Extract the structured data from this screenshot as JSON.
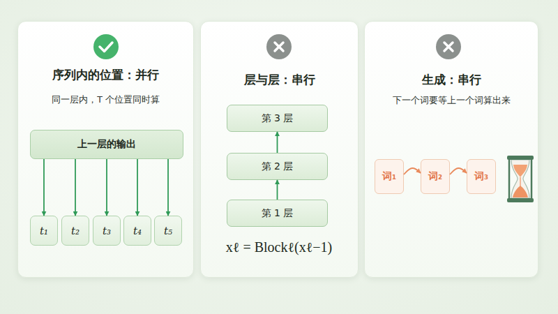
{
  "diagram": {
    "nodes": [
      {
        "text": [
          "序列内的位置：并行",
          "同一层内，T 个位置同时算"
        ]
      },
      {
        "text": [
          "上一层的输出"
        ],
        "in": 0
      },
      {
        "text": [
          "t₁"
        ],
        "in": 0
      },
      {
        "text": [
          "t₂"
        ],
        "in": 0
      },
      {
        "text": [
          "t₃"
        ],
        "in": 0
      },
      {
        "text": [
          "t₄"
        ],
        "in": 0
      },
      {
        "text": [
          "t₅"
        ],
        "in": 0
      },
      {
        "text": [
          "层与层：串行"
        ]
      },
      {
        "text": [
          "第 3 层"
        ],
        "in": 7
      },
      {
        "text": [
          "第 2 层"
        ],
        "in": 7
      },
      {
        "text": [
          "第 1 层"
        ],
        "in": 7
      },
      {
        "text": [
          "生成：串行",
          "下一个词要等上一个词算出来"
        ]
      },
      {
        "text": [
          "词₁"
        ],
        "in": 11
      },
      {
        "text": [
          "词₂"
        ],
        "in": 11
      },
      {
        "text": [
          "词₃"
        ],
        "in": 11
      }
    ],
    "edges": [
      {
        "from": 1,
        "to": 2,
        "arrow": "to"
      },
      {
        "from": 1,
        "to": 3,
        "arrow": "to"
      },
      {
        "from": 1,
        "to": 4,
        "arrow": "to"
      },
      {
        "from": 1,
        "to": 5,
        "arrow": "to"
      },
      {
        "from": 1,
        "to": 6,
        "arrow": "to"
      },
      {
        "from": 10,
        "to": 9,
        "arrow": "to"
      },
      {
        "from": 9,
        "to": 8,
        "arrow": "to"
      },
      {
        "from": 12,
        "to": 13,
        "arrow": "to"
      },
      {
        "from": 13,
        "to": 14,
        "arrow": "to"
      }
    ],
    "labels": [
      "xℓ = Blockℓ(xℓ−1)"
    ]
  }
}
